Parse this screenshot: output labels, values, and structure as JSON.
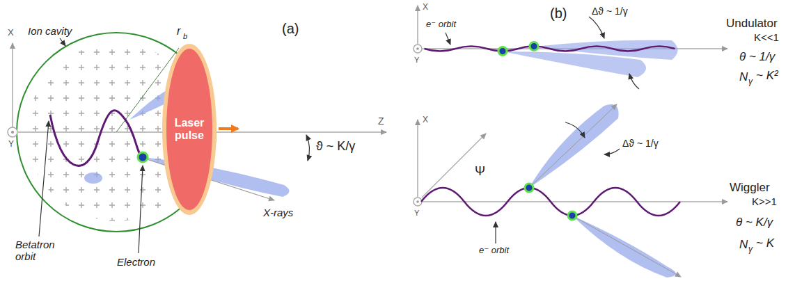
{
  "diagram": {
    "nodes": [
      {
        "text": [
          "Laser pulse"
        ]
      }
    ],
    "labels": [
      "(a)",
      "Ion cavity",
      "r",
      "b",
      "X",
      "Y",
      "Z",
      "ϑ ~ K/γ",
      "X-rays",
      "Betatron orbit",
      "Electron",
      "(b)",
      "X",
      "Y",
      "e⁻ orbit",
      "Δϑ ~ 1/γ",
      "Undulator",
      "K<<1",
      "θ ~ 1/γ",
      "N",
      "γ",
      "~ K²",
      "X",
      "Y",
      "Ψ",
      "Δϑ ~ 1/γ",
      "e⁻ orbit",
      "Wiggler",
      "K>>1",
      "θ ~ K/γ",
      "N",
      "γ",
      "~ K"
    ]
  }
}
